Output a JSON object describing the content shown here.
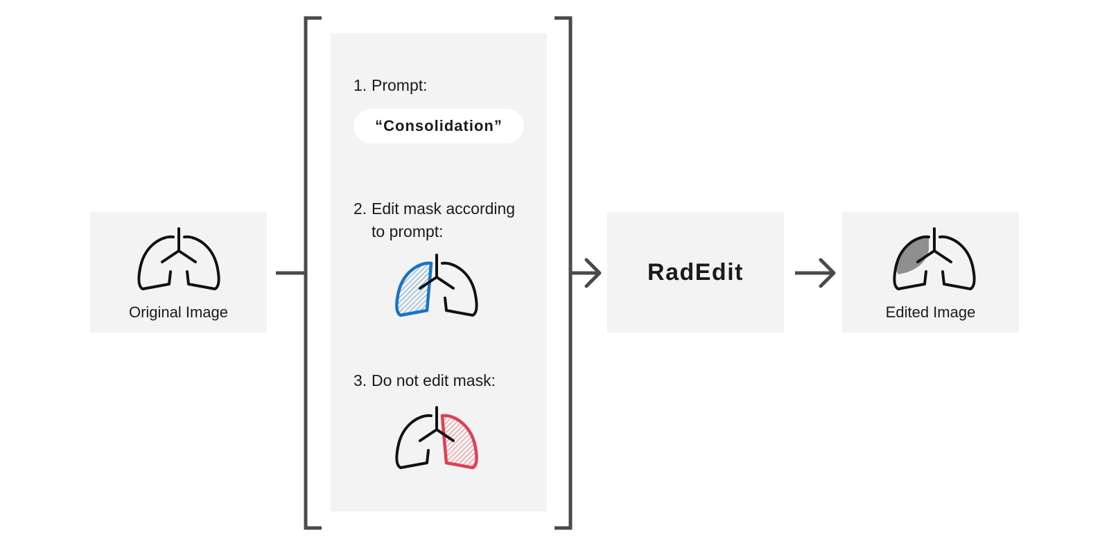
{
  "input": {
    "caption": "Original Image"
  },
  "conditions": {
    "step1": {
      "number": "1.",
      "label": "Prompt:",
      "prompt_text": "“Consolidation”"
    },
    "step2": {
      "number": "2.",
      "line1": "Edit mask according",
      "line2": "to prompt:"
    },
    "step3": {
      "number": "3.",
      "label": "Do not edit mask:"
    }
  },
  "model": {
    "label": "RadEdit"
  },
  "output": {
    "caption": "Edited Image"
  },
  "colors": {
    "box_fill": "#f3f3f3",
    "bracket_and_arrows": "#4a4a4a",
    "lung_outline": "#111111",
    "edit_mask": "#1a73c4",
    "do_not_edit_mask": "#e04055",
    "edited_region": "#8f8f8f"
  },
  "icons": [
    "lungs-icon",
    "lungs-edit-mask-icon",
    "lungs-keep-mask-icon",
    "lungs-edited-icon",
    "arrow-right-icon"
  ]
}
